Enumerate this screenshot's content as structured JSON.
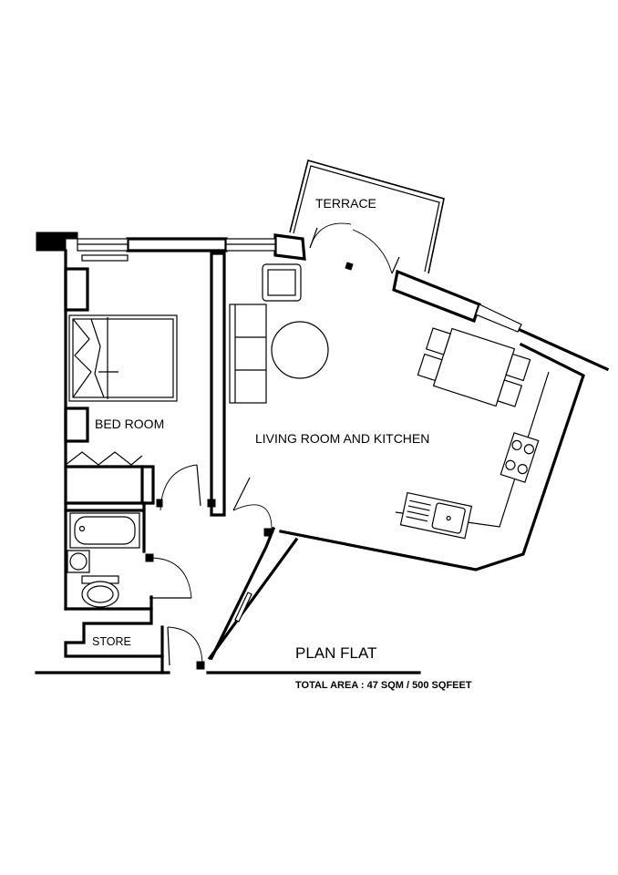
{
  "plan": {
    "title": "PLAN FLAT",
    "total_area": "TOTAL AREA : 47 SQM / 500 SQFEET",
    "rooms": {
      "terrace": "TERRACE",
      "bedroom": "BED ROOM",
      "living_kitchen": "LIVING ROOM AND KITCHEN",
      "store": "STORE"
    }
  }
}
